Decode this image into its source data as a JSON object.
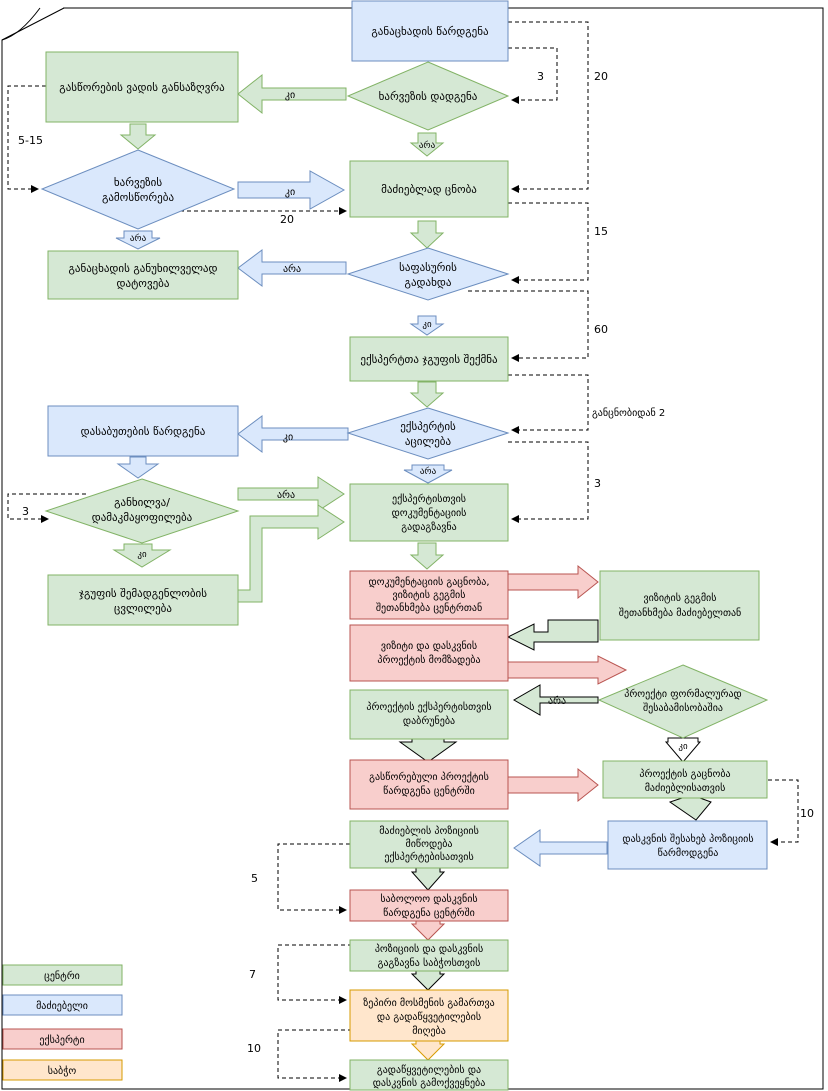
{
  "colors": {
    "green_fill": "#d5e8d4",
    "green_stroke": "#82b366",
    "blue_fill": "#dae8fc",
    "blue_stroke": "#6c8ebf",
    "red_fill": "#f8cecc",
    "red_stroke": "#b85450",
    "yellow_fill": "#ffe6cc",
    "yellow_stroke": "#d79b00"
  },
  "nodes": {
    "submit_application": "განაცხადის წარდგენა",
    "cost_determination": "ხარვეზის დადგენა",
    "set_fix_deadline": "გასწორების ვადის განსაზღვრა",
    "cost_fix": [
      "ხარვეზის",
      "გამოსწორება"
    ],
    "applicant_notice": "მაძიებლად ცნობა",
    "reject_application": [
      "განაცხადის განუხილველად",
      "დატოვება"
    ],
    "fee_paid": [
      "საფასურის",
      "გადახდა"
    ],
    "expert_group_creation": "ექსპერტთა ჯგუფის შექმნა",
    "expert_challenge": [
      "ექსპერტის",
      "აცილება"
    ],
    "justification_submit": "დასაბუთების წარდგენა",
    "discussion": [
      "განხილვა/",
      "დამაკმაყოფილება"
    ],
    "group_composition_change": [
      "ჯგუფის შემადგენლობის",
      "ცვლილება"
    ],
    "docs_to_experts": [
      "ექსპერტისთვის",
      "დოკუმენტაციის",
      "გადაგზავნა"
    ],
    "doc_review": [
      "დოკუმენტაციის გაცნობა,",
      "ვიზიტის გეგმის",
      "შეთანხმება ცენტრთან"
    ],
    "visit_plan_agree": [
      "ვიზიტის გეგმის",
      "შეთანხმება მაძიებელთან"
    ],
    "visit_report": [
      "ვიზიტი და დასკვნის",
      "პროექტის მომზადება"
    ],
    "project_compliant": [
      "პროექტი ფორმალურად",
      "შესაბამისობაშია"
    ],
    "project_return": [
      "პროექტის ექსპერტისთვის",
      "დაბრუნება"
    ],
    "corrected_project": [
      "გასწორებული პროექტის",
      "წარდგენა ცენტრში"
    ],
    "project_to_applicant": [
      "პროექტის გაცნობა",
      "მაძიებლისათვის"
    ],
    "conclusion_position": [
      "დასკვნის შესახებ პოზიციის",
      "წარმოდგენა"
    ],
    "position_to_experts": [
      "მაძიებლის პოზიციის",
      "მიწოდება",
      "ექსპერტებისათვის"
    ],
    "final_report": [
      "საბოლოო დასკვნის",
      "წარდგენა ცენტრში"
    ],
    "to_council": [
      "პოზიციის და დასკვნის",
      "გაგზავნა საბჭოსთვის"
    ],
    "hearing": [
      "ზეპირი მოსმენის გამართვა",
      "და  გადაწყვეტილების",
      "მიღება"
    ],
    "decision_publish": [
      "გადაწყვეტილების და",
      "დასკვნის გამოქვეყნება"
    ]
  },
  "labels": {
    "yes": "კი",
    "no": "არა"
  },
  "numbers": {
    "n3a": "3",
    "n20a": "20",
    "n5_15": "5-15",
    "n20b": "20",
    "n15": "15",
    "n60": "60",
    "after2": "განცნობიდან 2",
    "n3b": "3",
    "n3c": "3",
    "n10a": "10",
    "n5": "5",
    "n7": "7",
    "n10b": "10"
  },
  "legend": {
    "center": "ცენტრი",
    "applicant": "მაძიებელი",
    "expert": "ექსპერტი",
    "council": "საბჭო"
  }
}
